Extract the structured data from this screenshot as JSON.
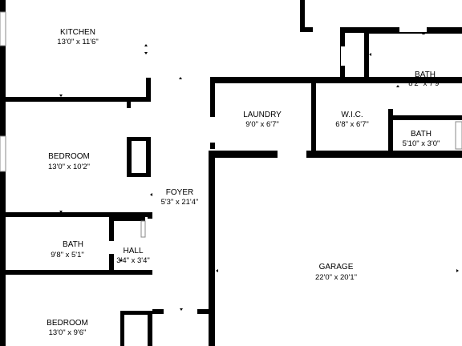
{
  "rooms": {
    "kitchen": {
      "name": "KITCHEN",
      "dims": "13'0\" x 11'6\""
    },
    "bedroom1": {
      "name": "BEDROOM",
      "dims": "13'0\" x 10'2\""
    },
    "foyer": {
      "name": "FOYER",
      "dims": "5'3\" x 21'4\""
    },
    "laundry": {
      "name": "LAUNDRY",
      "dims": "9'0\" x 6'7\""
    },
    "wic": {
      "name": "W.I.C.",
      "dims": "6'8\" x 6'7\""
    },
    "bath1": {
      "name": "BATH",
      "dims": "8'2\" x 7'9\""
    },
    "bath2": {
      "name": "BATH",
      "dims": "5'10\" x 3'0\""
    },
    "bath3": {
      "name": "BATH",
      "dims": "9'8\" x 5'1\""
    },
    "hall": {
      "name": "HALL",
      "dims": "3'4\" x 3'4\""
    },
    "garage": {
      "name": "GARAGE",
      "dims": "22'0\" x 20'1\""
    },
    "bedroom2": {
      "name": "BEDROOM",
      "dims": "13'0\" x 9'6\""
    }
  },
  "colors": {
    "wall": "#000000",
    "background": "#ffffff",
    "window": "#8a8a8a"
  }
}
